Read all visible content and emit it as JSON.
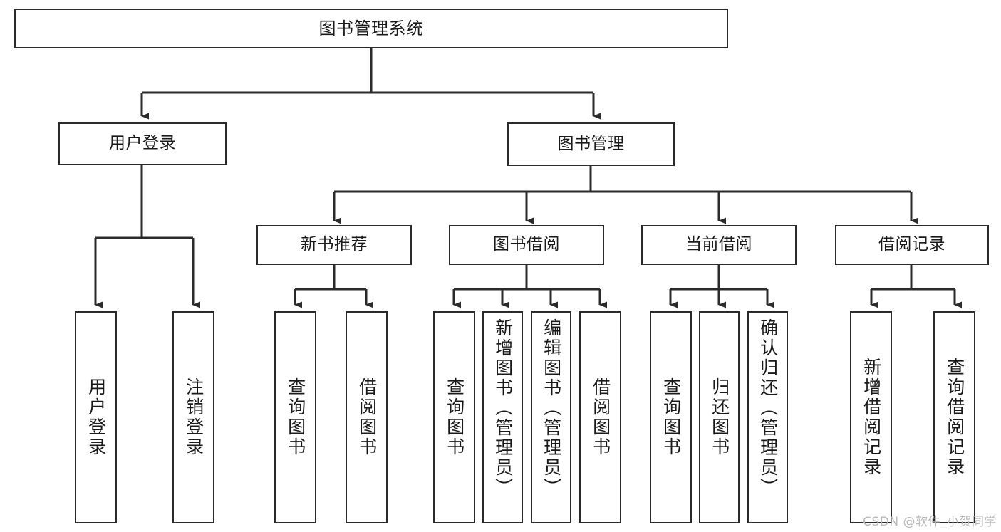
{
  "diagram": {
    "type": "tree",
    "title": "图书管理系统",
    "watermark": "CSDN @软件_小贺同学",
    "colors": {
      "box_border": "#2b2b2b",
      "box_fill": "#ffffff",
      "edge": "#2b2b2b",
      "text": "#1a1a1a",
      "watermark": "#b9b9b9",
      "background": "#ffffff"
    },
    "nodes": {
      "root": {
        "label": "图书管理系统"
      },
      "level2": [
        {
          "label": "用户登录"
        },
        {
          "label": "图书管理"
        }
      ],
      "level3": [
        {
          "label": "新书推荐"
        },
        {
          "label": "图书借阅"
        },
        {
          "label": "当前借阅"
        },
        {
          "label": "借阅记录"
        }
      ],
      "leaves": {
        "user_login": [
          {
            "label": "用户登录"
          },
          {
            "label": "注销登录"
          }
        ],
        "new_book": [
          {
            "label": "查询图书"
          },
          {
            "label": "借阅图书"
          }
        ],
        "book_borrow": [
          {
            "label": "查询图书"
          },
          {
            "label": "新增图书（管理员）"
          },
          {
            "label": "编辑图书（管理员）"
          },
          {
            "label": "借阅图书"
          }
        ],
        "current_borrow": [
          {
            "label": "查询图书"
          },
          {
            "label": "归还图书"
          },
          {
            "label": "确认归还（管理员）"
          }
        ],
        "borrow_record": [
          {
            "label": "新增借阅记录"
          },
          {
            "label": "查询借阅记录"
          }
        ]
      }
    }
  }
}
